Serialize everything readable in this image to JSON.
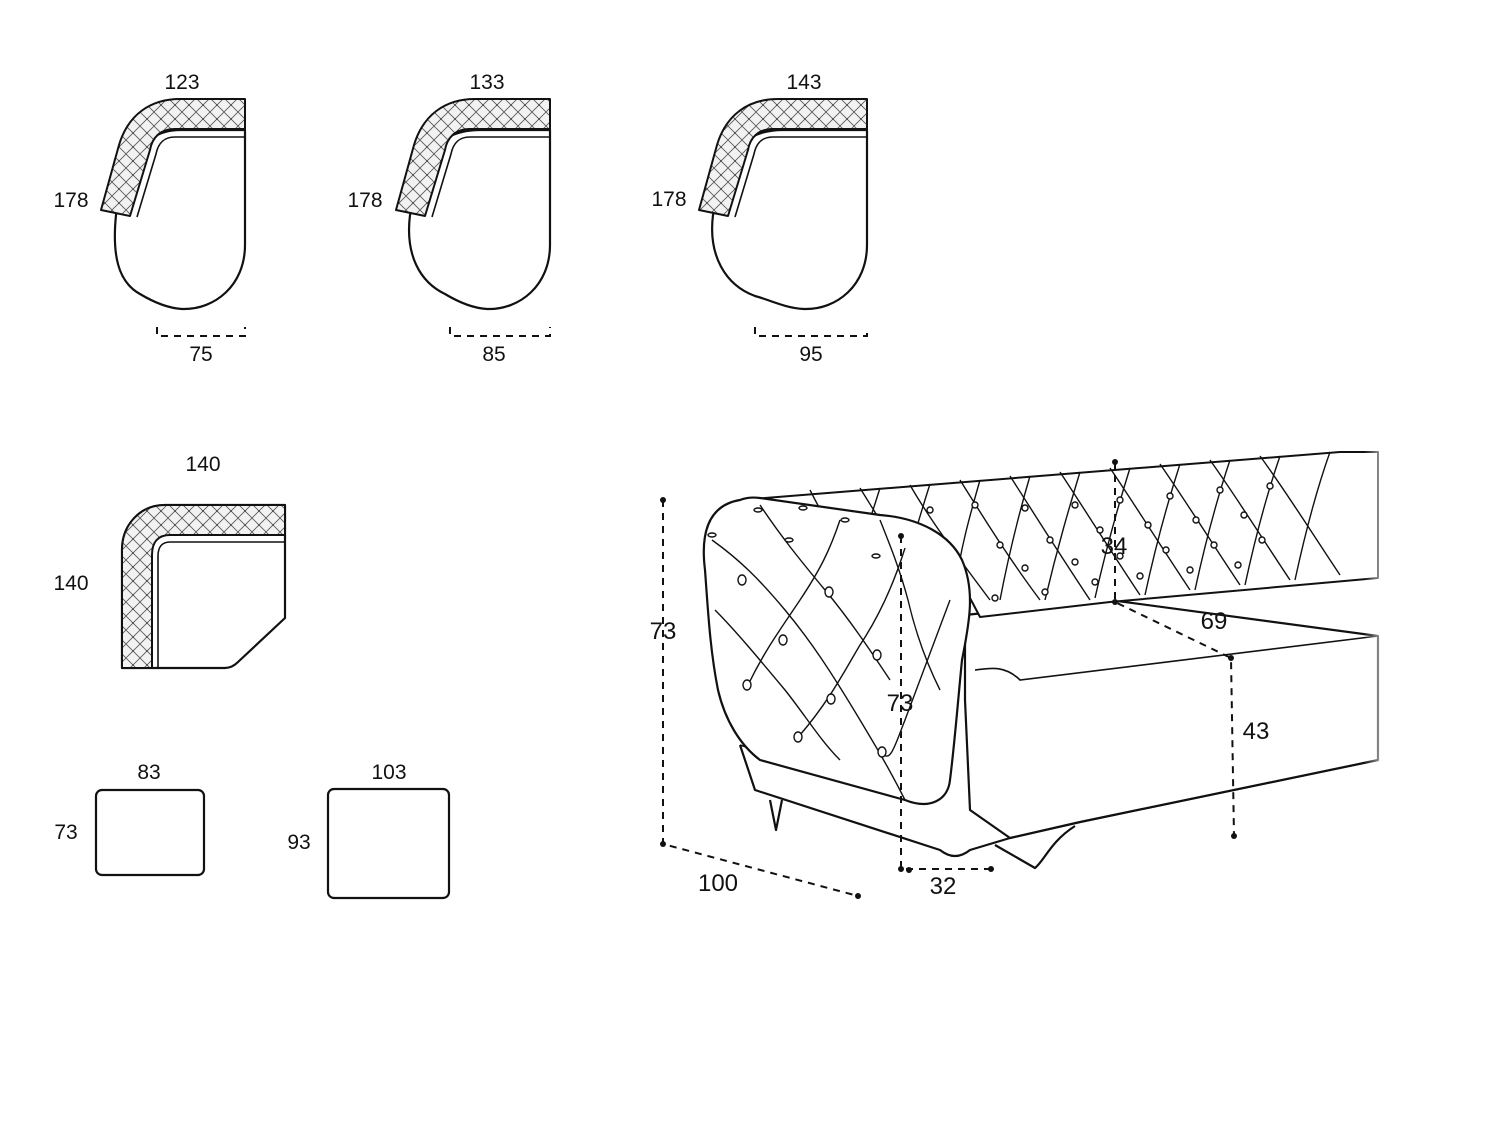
{
  "colors": {
    "line": "#111111",
    "background": "#ffffff"
  },
  "corner_modules": [
    {
      "top": "123",
      "side": "178",
      "bottom": "75"
    },
    {
      "top": "133",
      "side": "178",
      "bottom": "85"
    },
    {
      "top": "143",
      "side": "178",
      "bottom": "95"
    }
  ],
  "square_corner": {
    "top": "140",
    "side": "140"
  },
  "poufs": [
    {
      "top": "83",
      "side": "73"
    },
    {
      "top": "103",
      "side": "93"
    }
  ],
  "sofa_dimensions": {
    "height": "73",
    "arm_height": "73",
    "depth": "100",
    "arm_width": "32",
    "back_depth": "34",
    "seat_depth": "69",
    "seat_height": "43"
  }
}
